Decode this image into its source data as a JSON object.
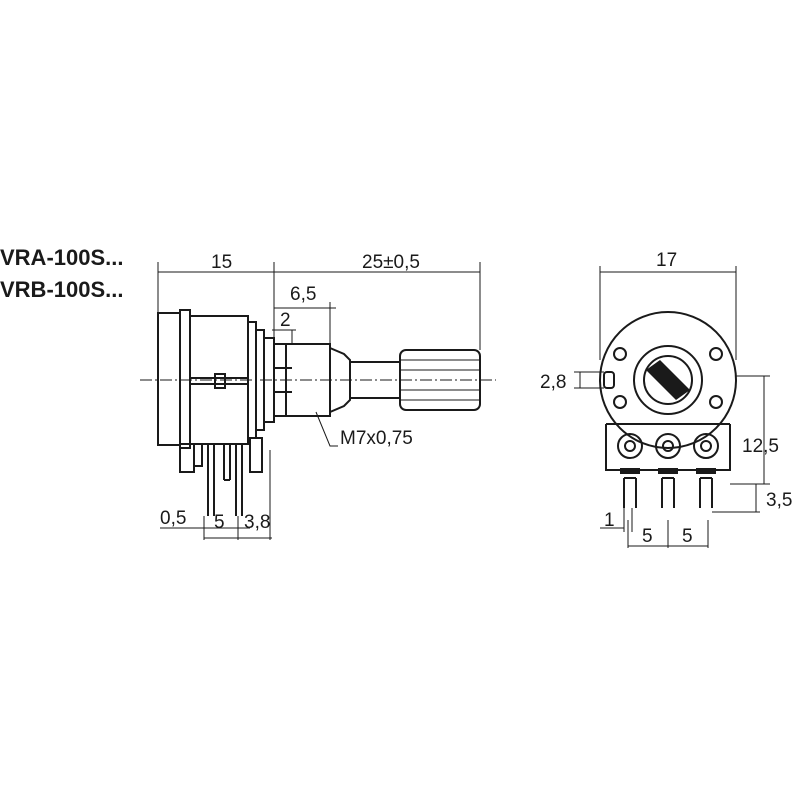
{
  "models": [
    "VRA-100S...",
    "VRB-100S..."
  ],
  "side_view": {
    "dims": {
      "body_length": "15",
      "shaft_length": "25±0,5",
      "bushing_length": "6,5",
      "bushing_step": "2",
      "thread": "M7x0,75",
      "pin_width": "0,5",
      "pin_spacing": "5",
      "pin_offset": "3,8"
    }
  },
  "front_view": {
    "dims": {
      "width": "17",
      "tab_width": "2,8",
      "height": "12,5",
      "pin_length": "3,5",
      "pin_width": "1",
      "pin_spacing_a": "5",
      "pin_spacing_b": "5"
    }
  },
  "colors": {
    "line": "#1a1a1a",
    "background": "#ffffff"
  }
}
